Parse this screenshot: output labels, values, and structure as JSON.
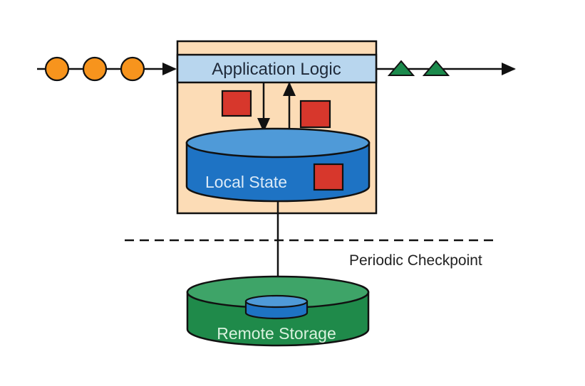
{
  "labels": {
    "application_logic": "Application Logic",
    "local_state": "Local State",
    "periodic_checkpoint": "Periodic Checkpoint",
    "remote_storage": "Remote Storage"
  },
  "colors": {
    "event_in": "#f7941d",
    "event_out": "#1b8a4c",
    "state_item": "#d7372c",
    "app_box": "#fcdcb6",
    "app_logic_bar": "#b8d6ee",
    "local_state": "#1e73c4",
    "local_state_top": "#4f9ad8",
    "remote_storage": "#1f8a4a",
    "remote_storage_top": "#3ea468"
  }
}
